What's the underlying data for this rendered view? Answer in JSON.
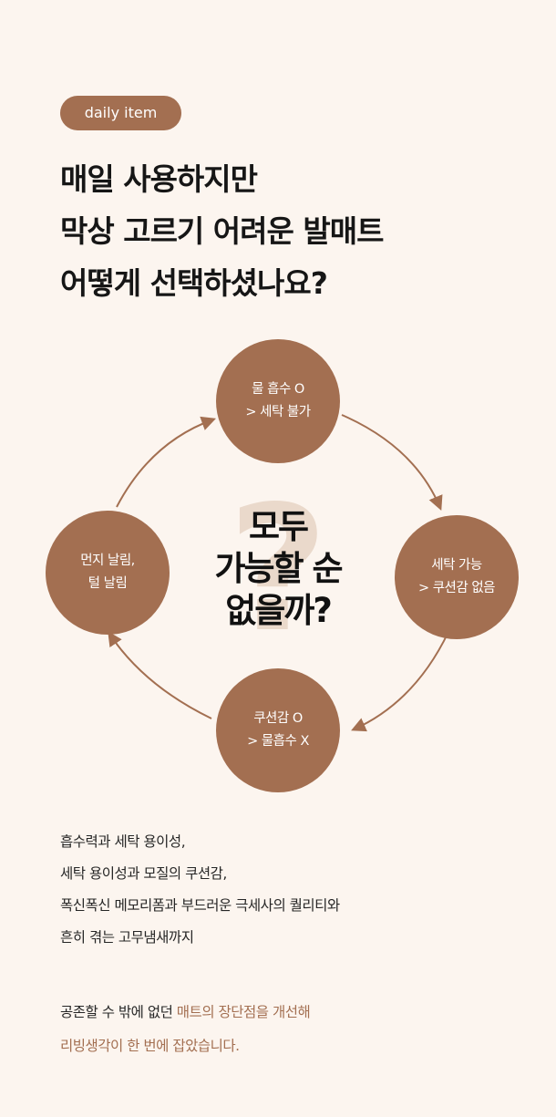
{
  "badge": "daily item",
  "headline": [
    "매일 사용하지만",
    "막상 고르기 어려운 발매트",
    "어떻게 선택하셨나요?"
  ],
  "cycle": {
    "top": [
      "물 흡수 O",
      "> 세탁 불가"
    ],
    "right": [
      "세탁 가능",
      "> 쿠션감 없음"
    ],
    "bottom": [
      "쿠션감 O",
      "> 물흡수 X"
    ],
    "left": [
      "먼지 날림,",
      "털 날림"
    ],
    "center": [
      "모두",
      "가능할 순",
      "없을까?"
    ],
    "center_mark": "?"
  },
  "body": [
    "흡수력과 세탁 용이성,",
    "세탁 용이성과 모질의 쿠션감,",
    "폭신폭신 메모리폼과 부드러운 극세사의 퀄리티와",
    "흔히 겪는 고무냄새까지"
  ],
  "closing": {
    "line1_plain": "공존할 수 밖에 없던 ",
    "line1_accent": "매트의 장단점을 개선해",
    "line2_accent": "리빙생각이 한 번에 잡았습니다."
  },
  "colors": {
    "background": "#fcf5ef",
    "accent": "#a36f51",
    "question_mark": "#ead9cb"
  }
}
